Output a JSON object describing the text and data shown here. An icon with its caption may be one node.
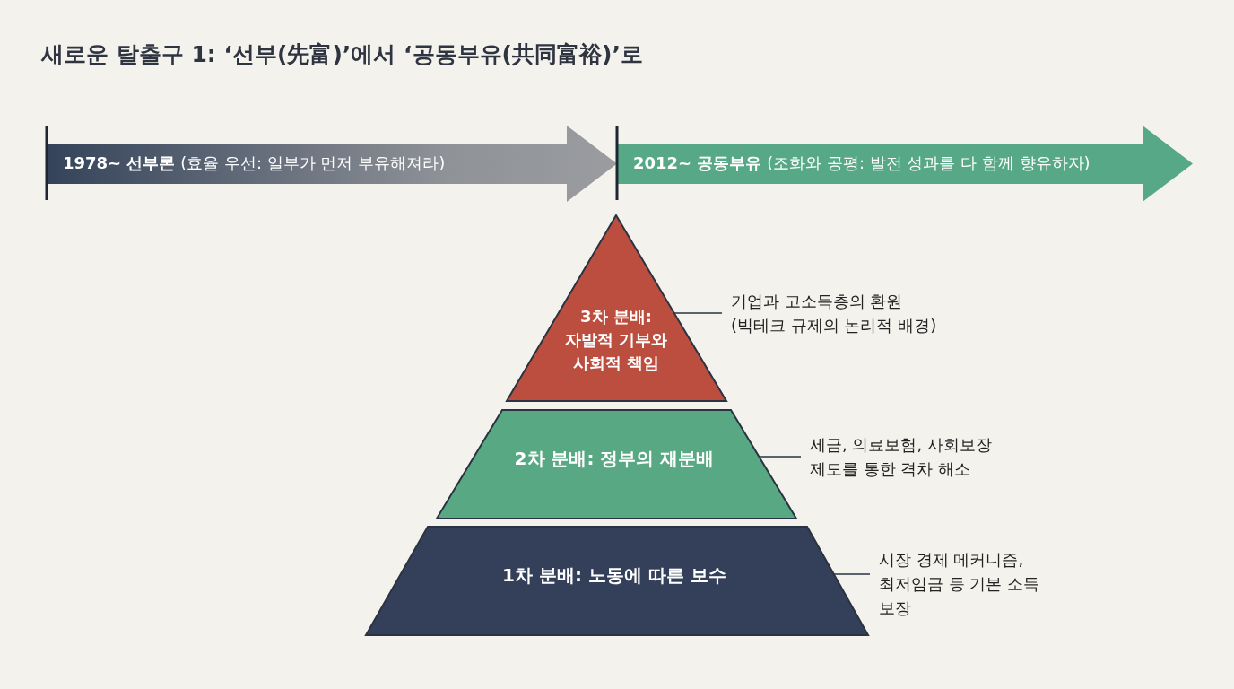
{
  "diagram": {
    "title": "새로운 탈출구 1: ‘선부(先富)’에서 ‘공동부유(共同富裕)’로",
    "nodes": [
      {
        "text": [
          "**1978~ 선부론** (효율 우선: 일부가 먼저 부유해져라)"
        ]
      },
      {
        "text": [
          "**2012~ 공동부유** (조화와 공평: 발전 성과를 다 함께 향유하자)"
        ]
      },
      {
        "text": [
          "3차 분배: 자발적 기부와 사회적 책임"
        ]
      },
      {
        "text": [
          "기업과 고소득층의 환원 (빅테크 규제의 논리적 배경)"
        ]
      },
      {
        "text": [
          "2차 분배: 정부의 재분배"
        ]
      },
      {
        "text": [
          "세금, 의료보험, 사회보장 제도를 통한 격차 해소"
        ]
      },
      {
        "text": [
          "1차 분배: 노동에 따른 보수"
        ]
      },
      {
        "text": [
          "시장 경제 메커니즘, 최저임금 등 기본 소득 보장"
        ]
      }
    ],
    "edges": [
      {
        "from": 3,
        "to": 2,
        "arrow": "none"
      },
      {
        "from": 5,
        "to": 4,
        "arrow": "none"
      },
      {
        "from": 7,
        "to": 6,
        "arrow": "none"
      }
    ]
  }
}
